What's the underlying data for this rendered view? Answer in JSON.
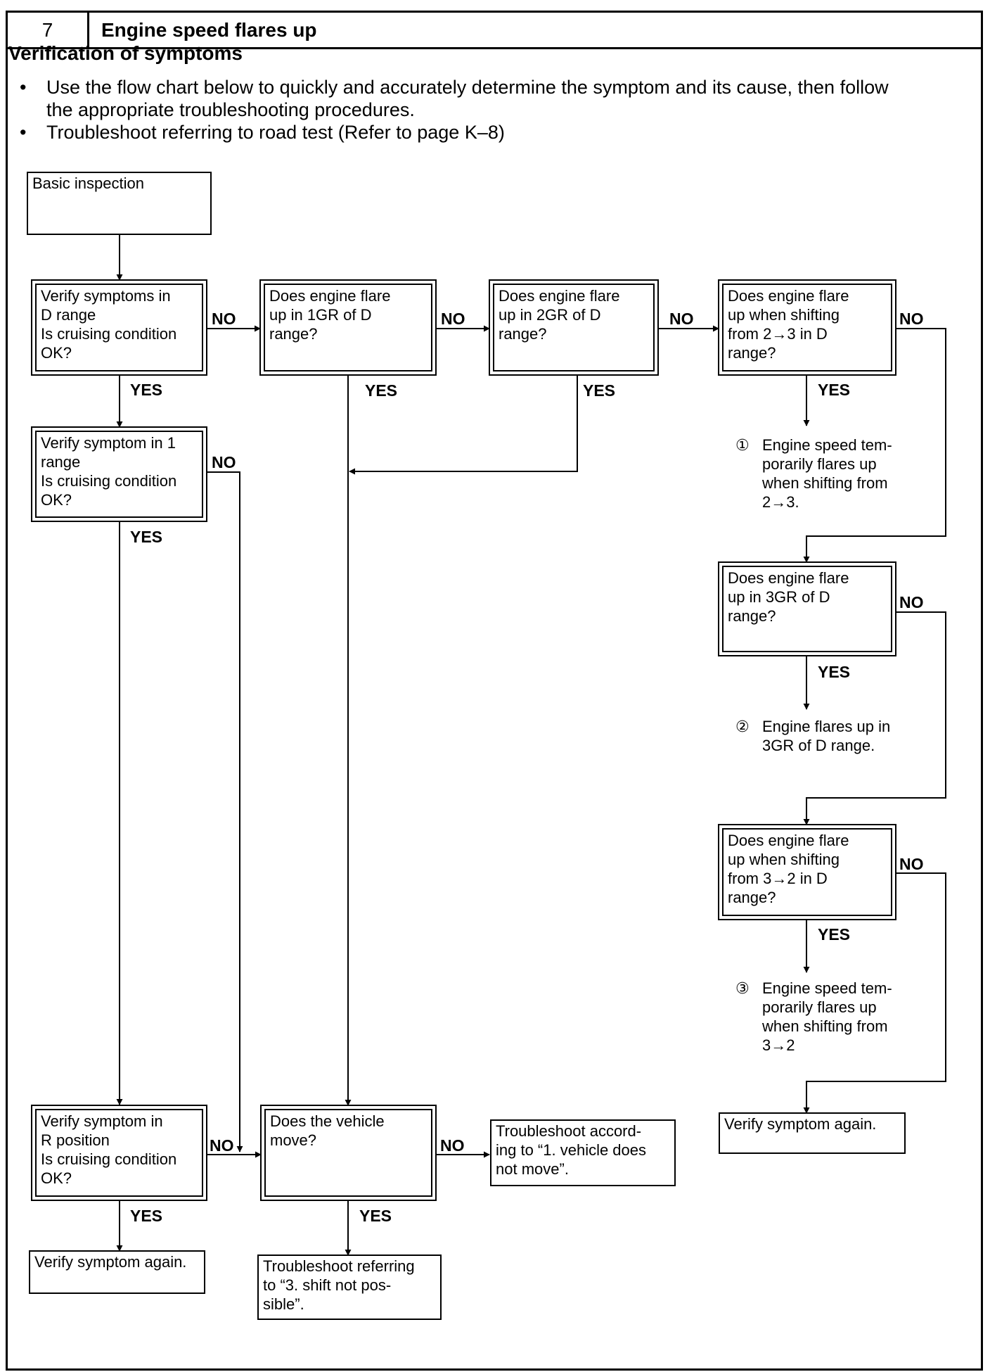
{
  "header": {
    "number": "7",
    "title": "Engine speed flares up"
  },
  "subheading": "Verification of symptoms",
  "bullets": [
    "Use the flow chart below to quickly and accurately determine the symptom and its cause, then follow the appropriate troubleshooting procedures.",
    "Troubleshoot referring to road test (Refer to page K–8)"
  ],
  "bullet_lines": [
    [
      "Use the flow chart below to quickly and accurately determine the symptom and its cause, then follow",
      "the appropriate troubleshooting procedures."
    ],
    [
      "Troubleshoot referring to road test (Refer to page K–8)"
    ]
  ],
  "flow": {
    "basic_inspection": [
      "Basic inspection"
    ],
    "q_d_range": [
      "Verify symptoms in",
      "D range",
      "Is cruising condition",
      "OK?"
    ],
    "q_1gr": [
      "Does engine flare",
      "up in 1GR of D",
      "range?"
    ],
    "q_2gr": [
      "Does engine flare",
      "up in 2GR of D",
      "range?"
    ],
    "q_2to3": [
      "Does engine flare",
      "up when shifting",
      "from 2→3 in D",
      "range?"
    ],
    "q_1_range": [
      "Verify symptom in 1",
      "range",
      "Is cruising condition",
      "OK?"
    ],
    "result_1": {
      "marker": "①",
      "lines": [
        "Engine speed tem-",
        "porarily flares  up",
        "when shifting from",
        "2→3."
      ]
    },
    "q_3gr": [
      "Does engine flare",
      "up in 3GR of D",
      "range?"
    ],
    "result_2": {
      "marker": "②",
      "lines": [
        "Engine flares up in",
        "3GR of D range."
      ]
    },
    "q_3to2": [
      "Does engine flare",
      "up when shifting",
      "from 3→2 in D",
      "range?"
    ],
    "result_3": {
      "marker": "③",
      "lines": [
        "Engine speed tem-",
        "porarily flares up",
        "when shifting from",
        "3→2"
      ]
    },
    "q_r_position": [
      "Verify symptom in",
      "R position",
      "Is cruising condition",
      "OK?"
    ],
    "q_vehicle_move": [
      "Does the vehicle",
      "move?"
    ],
    "end_no_move": [
      "Troubleshoot accord-",
      "ing to “1. vehicle does",
      "not move”."
    ],
    "end_verify_left": [
      "Verify symptom again."
    ],
    "end_shift_not_possible": [
      "Troubleshoot referring",
      "to “3. shift not pos-",
      "sible”."
    ],
    "end_verify_right": [
      "Verify symptom again."
    ],
    "yes_label": "YES",
    "no_label": "NO"
  }
}
